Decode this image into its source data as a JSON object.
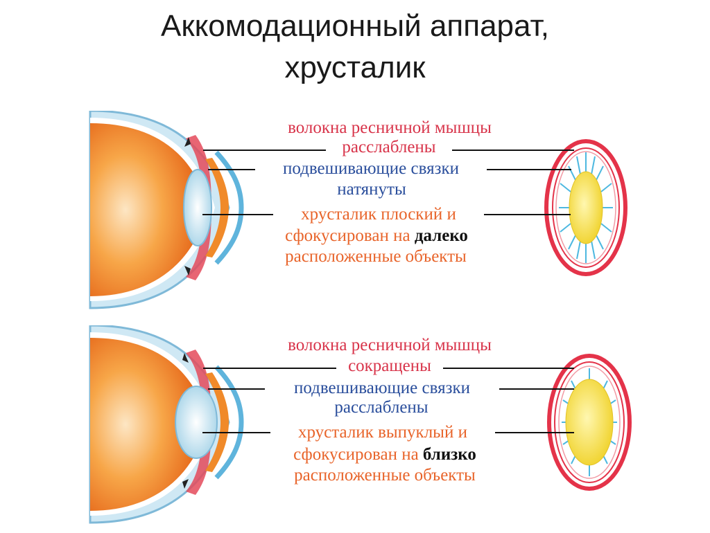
{
  "title": {
    "line1": "Аккомодационный аппарат,",
    "line2": "хрусталик"
  },
  "panels": [
    {
      "muscle_line1": "волокна ресничной мышцы",
      "muscle_line2": "расслаблены",
      "ligaments_line1": "подвешивающие связки",
      "ligaments_line2": "натянуты",
      "lens_line1": "хрусталик плоский и",
      "lens_line2_prefix": "сфокусирован на",
      "lens_line2_emph": "далеко",
      "lens_line3": "расположенные объекты"
    },
    {
      "muscle_line1": "волокна ресничной мышцы",
      "muscle_line2": "сокращены",
      "ligaments_line1": "подвешивающие связки",
      "ligaments_line2": "расслаблены",
      "lens_line1": "хрусталик выпуклый и",
      "lens_line2_prefix": "сфокусирован на",
      "lens_line2_emph": "близко",
      "lens_line3": "расположенные объекты"
    }
  ],
  "colors": {
    "muscle_text": "#d8344a",
    "ligament_text": "#2a4e9c",
    "lens_text": "#e8642a",
    "eyeball": "#f07b1e",
    "ring": "#e43349",
    "lens_fill": "#f4e24a",
    "zonule": "#4db8e0"
  }
}
